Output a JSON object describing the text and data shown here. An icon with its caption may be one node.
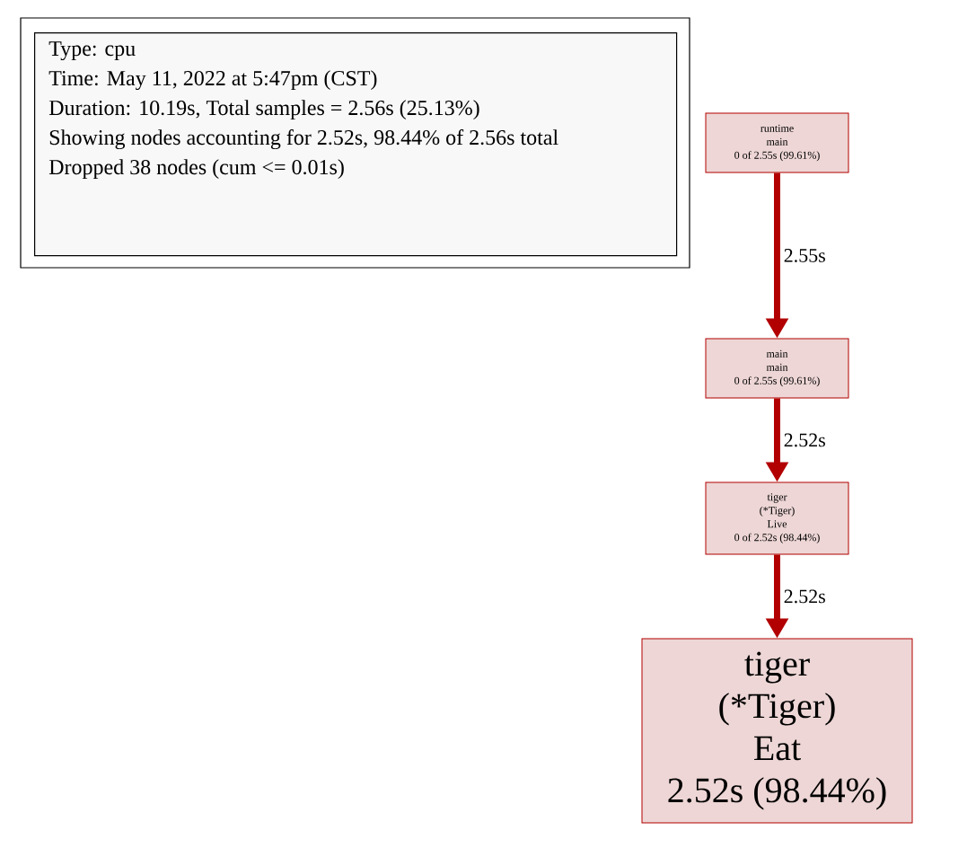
{
  "diagram": {
    "nodes": [
      {
        "text": [
          "Type: cpu",
          "Time: May 11, 2022 at 5:47pm (CST)",
          "Duration: 10.19s, Total samples = 2.56s (25.13%)",
          "Showing nodes accounting for 2.52s, 98.44% of 2.56s total",
          "Dropped 38 nodes (cum <= 0.01s)"
        ]
      },
      {
        "text": [
          "runtime",
          "main",
          "0 of 2.55s (99.61%)"
        ]
      },
      {
        "text": [
          "main",
          "main",
          "0 of 2.55s (99.61%)"
        ]
      },
      {
        "text": [
          "tiger",
          "(*Tiger)",
          "Live",
          "0 of 2.52s (98.44%)"
        ]
      },
      {
        "text": [
          "tiger",
          "(*Tiger)",
          "Eat",
          "2.52s (98.44%)"
        ]
      }
    ],
    "edges": [
      {
        "from": 1,
        "to": 2,
        "arrow": "to",
        "label": "2.55s"
      },
      {
        "from": 2,
        "to": 3,
        "arrow": "to",
        "label": "2.52s"
      },
      {
        "from": 3,
        "to": 4,
        "arrow": "to",
        "label": "2.52s"
      }
    ]
  }
}
